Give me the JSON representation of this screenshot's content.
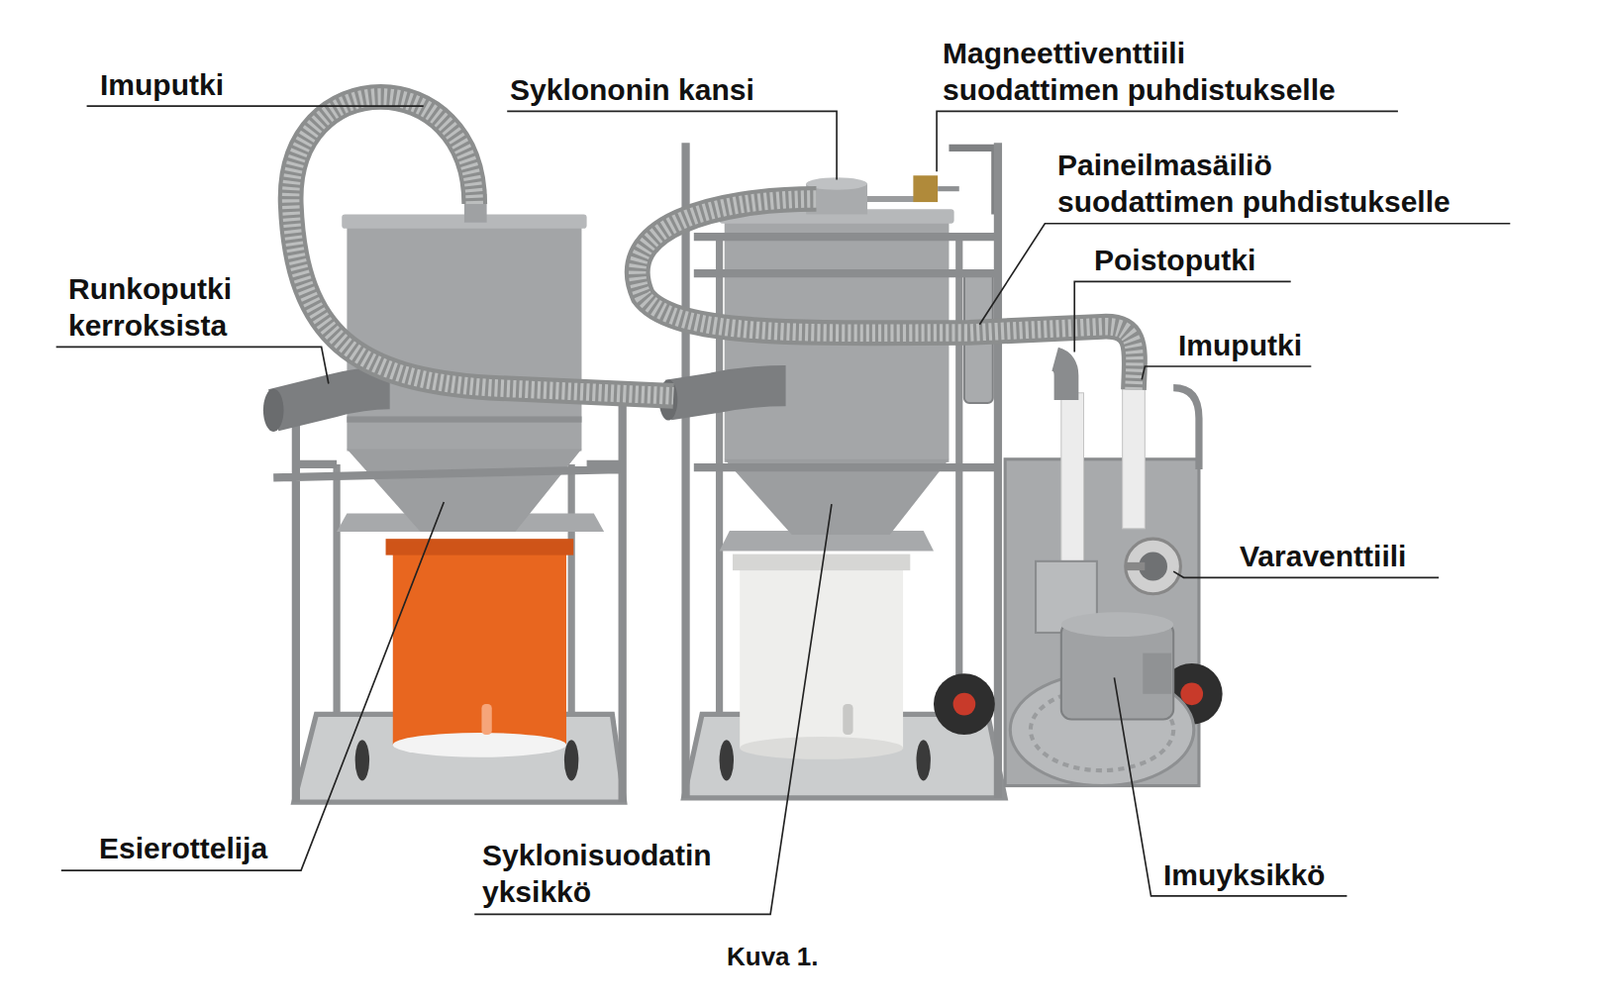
{
  "diagram": {
    "caption": "Kuva 1.",
    "labels": [
      "Imuputki",
      "Syklononin kansi",
      "Magneettiventtiili suodattimen puhdistukselle",
      "Paineilmasäiliö suodattimen puhdistukselle",
      "Runkoputki kerroksista",
      "Poistoputki",
      "Imuputki",
      "Varaventtiili",
      "Esierottelija",
      "Syklonisuodatin yksikkö",
      "Imuyksikkö"
    ]
  }
}
